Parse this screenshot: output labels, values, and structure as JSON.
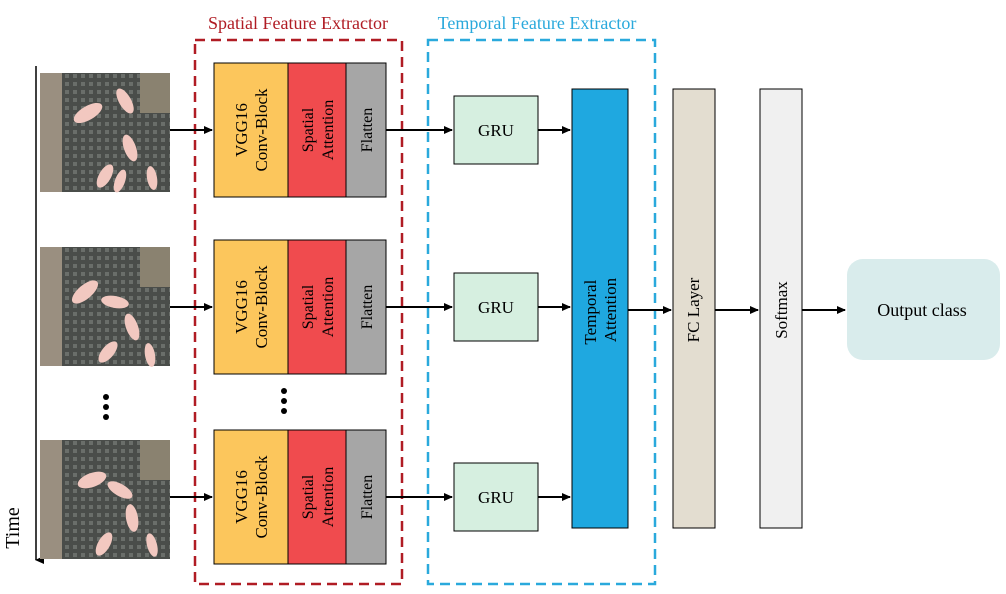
{
  "titles": {
    "spatial": "Spatial Feature Extractor",
    "temporal": "Temporal Feature Extractor"
  },
  "colors": {
    "spatial_border": "#b01c24",
    "temporal_border": "#2aa9dc",
    "vgg": "#fcc65c",
    "spatial_attention": "#f04b4e",
    "flatten": "#a6a6a6",
    "gru": "#d6efe0",
    "temporal_attention": "#1fa8e0",
    "fc": "#e3ddd0",
    "softmax": "#f0f0f0",
    "output": "#d9ecec"
  },
  "time_label": "Time",
  "rows": [
    {
      "vgg": [
        "VGG16",
        "Conv-Block"
      ],
      "spatial_attention": [
        "Spatial",
        "Attention"
      ],
      "flatten": "Flatten",
      "gru": "GRU"
    },
    {
      "vgg": [
        "VGG16",
        "Conv-Block"
      ],
      "spatial_attention": [
        "Spatial",
        "Attention"
      ],
      "flatten": "Flatten",
      "gru": "GRU"
    },
    {
      "vgg": [
        "VGG16",
        "Conv-Block"
      ],
      "spatial_attention": [
        "Spatial",
        "Attention"
      ],
      "flatten": "Flatten",
      "gru": "GRU"
    }
  ],
  "temporal_attention": [
    "Temporal",
    "Attention"
  ],
  "fc_layer": "FC Layer",
  "softmax": "Softmax",
  "output_class": "Output class",
  "ellipsis": "⋮"
}
